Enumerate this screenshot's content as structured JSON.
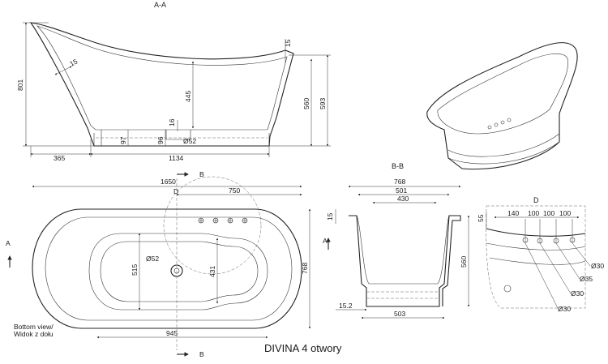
{
  "title": "DIVINA 4 otwory",
  "bottom_view": {
    "line1": "Bottom view/",
    "line2": "Widok z dołu"
  },
  "section_labels": {
    "aa": "A-A",
    "bb": "B-B",
    "detail": "D",
    "a": "A",
    "b": "B",
    "d_top": "D"
  },
  "dims_aa": {
    "h801": "801",
    "t15_top": "15",
    "t15_side": "15",
    "d445": "445",
    "d560": "560",
    "d593": "593",
    "d16": "16",
    "d97": "97",
    "d96": "96",
    "drain": "Ø52",
    "d365": "365",
    "d1134": "1134"
  },
  "dims_top": {
    "d1650": "1650",
    "d750": "750",
    "drain": "Ø52",
    "d515": "515",
    "d431": "431",
    "d768": "768",
    "d945": "945"
  },
  "dims_bb": {
    "d768": "768",
    "d501": "501",
    "d430": "430",
    "d15": "15",
    "d560": "560",
    "d152": "15.2",
    "d503": "503"
  },
  "dims_d": {
    "d55": "55",
    "d140": "140",
    "d100a": "100",
    "d100b": "100",
    "d100c": "100",
    "o30a": "Ø30",
    "o35": "Ø35",
    "o30b": "Ø30",
    "o30c": "Ø30"
  }
}
